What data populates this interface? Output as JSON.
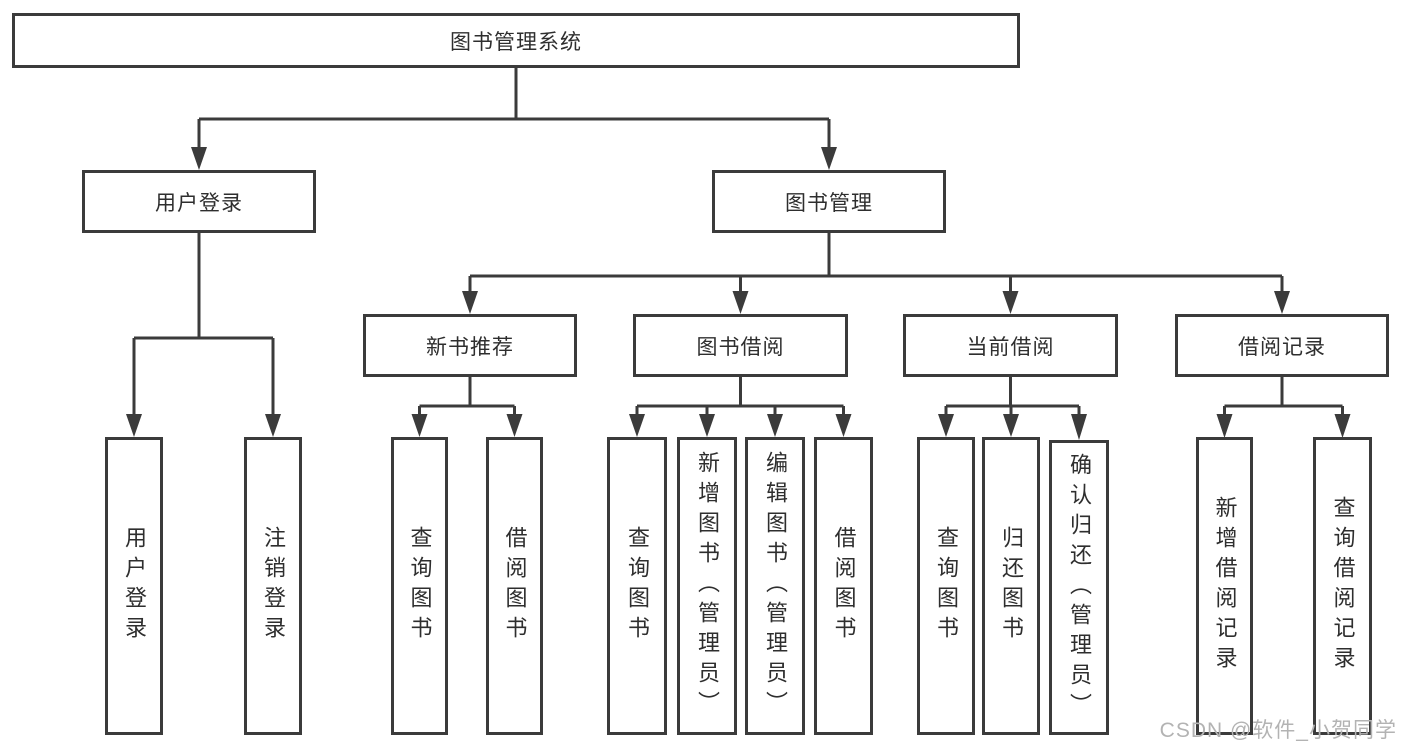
{
  "tree": {
    "label": "图书管理系统",
    "children": [
      {
        "label": "用户登录",
        "children": [
          {
            "label": "用户登录"
          },
          {
            "label": "注销登录"
          }
        ]
      },
      {
        "label": "图书管理",
        "children": [
          {
            "label": "新书推荐",
            "children": [
              {
                "label": "查询图书"
              },
              {
                "label": "借阅图书"
              }
            ]
          },
          {
            "label": "图书借阅",
            "children": [
              {
                "label": "查询图书"
              },
              {
                "label": "新增图书（管理员）"
              },
              {
                "label": "编辑图书（管理员）"
              },
              {
                "label": "借阅图书"
              }
            ]
          },
          {
            "label": "当前借阅",
            "children": [
              {
                "label": "查询图书"
              },
              {
                "label": "归还图书"
              },
              {
                "label": "确认归还（管理员）"
              }
            ]
          },
          {
            "label": "借阅记录",
            "children": [
              {
                "label": "新增借阅记录"
              },
              {
                "label": "查询借阅记录"
              }
            ]
          }
        ]
      }
    ]
  },
  "watermark": {
    "text": "CSDN @软件_小贺同学"
  },
  "colors": {
    "line": "#3b3b3b",
    "text": "#2e2e2e",
    "watermark": "#b3b3b3",
    "background": "#ffffff"
  }
}
